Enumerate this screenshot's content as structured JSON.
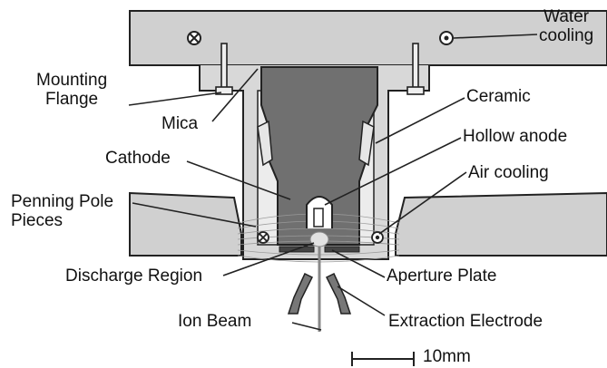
{
  "labels": {
    "water_cooling_line1": "Water",
    "water_cooling_line2": "cooling",
    "mounting_flange_line1": "Mounting",
    "mounting_flange_line2": "Flange",
    "mica": "Mica",
    "ceramic": "Ceramic",
    "hollow_anode": "Hollow anode",
    "cathode": "Cathode",
    "air_cooling": "Air cooling",
    "penning_line1": "Penning Pole",
    "penning_line2": "Pieces",
    "discharge_region": "Discharge Region",
    "aperture_plate": "Aperture Plate",
    "ion_beam": "Ion Beam",
    "extraction_electrode": "Extraction Electrode",
    "scale_bar": "10mm"
  },
  "colors": {
    "flange_fill": "#d0d0d0",
    "cathode_fill": "#6e6e6e",
    "ceramic_fill": "#e0e0e0",
    "outline": "#222222"
  }
}
